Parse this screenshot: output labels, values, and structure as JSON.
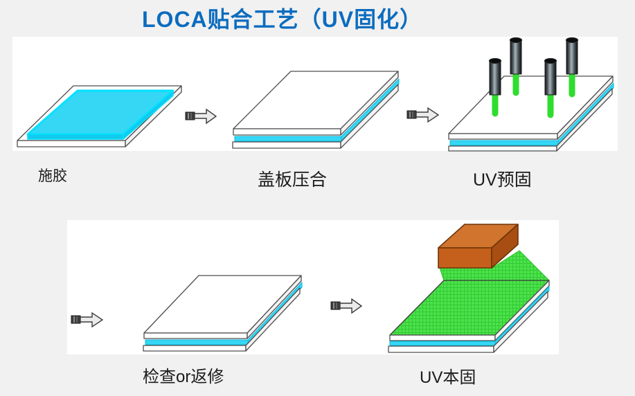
{
  "title": "LOCA贴合工艺（UV固化）",
  "steps": [
    {
      "label": "施胶"
    },
    {
      "label": "盖板压合"
    },
    {
      "label": "UV预固"
    },
    {
      "label": "检查or返修"
    },
    {
      "label": "UV本固"
    }
  ],
  "colors": {
    "title_blue": "#0b6cbf",
    "page_bg": "#f1f1f1",
    "panel_bg": "#ffffff",
    "glue_cyan": "#35d7f5",
    "glue_cyan_edge": "#00e2ff",
    "glue_cyan_side": "#12c9ee",
    "uv_beam_green": "#2fdd2f",
    "mesh_green": "#4ae34a",
    "mesh_line_green": "#1fae1f",
    "lamp_cap_black": "#0b0d0e",
    "block_top": "#d0742e",
    "block_front": "#c4601c",
    "block_side": "#a84e12",
    "block_outline": "#6e3408",
    "arrow_fill": "#ebebeb",
    "outline_gray": "#3f3f3f"
  }
}
